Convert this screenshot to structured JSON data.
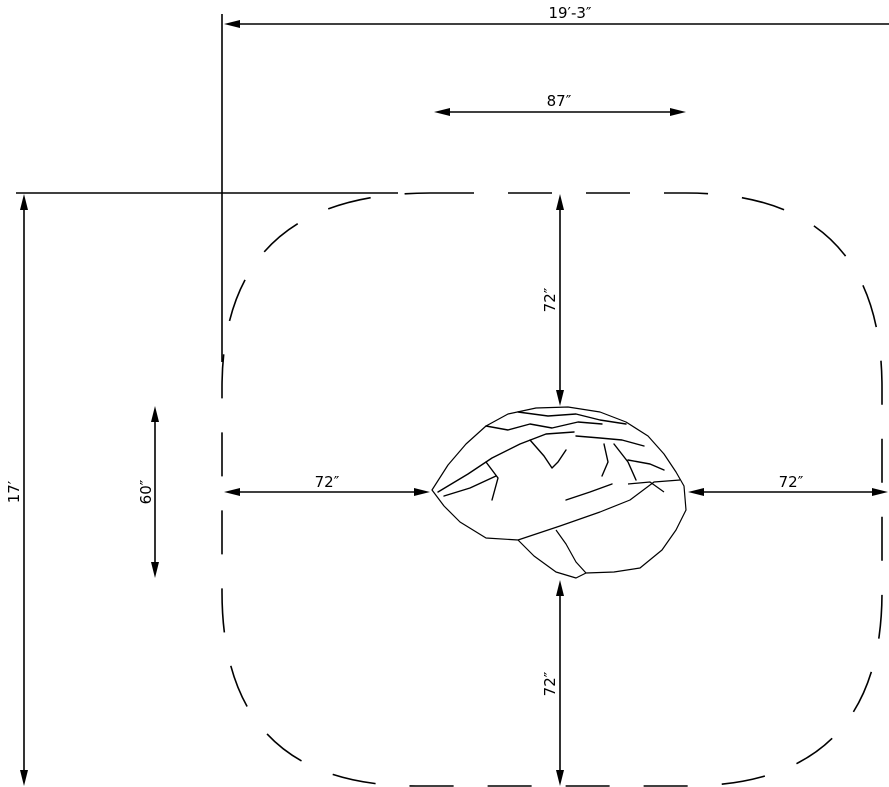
{
  "diagram": {
    "dimensions": {
      "overall_width": "19′-3″",
      "overall_depth": "17′",
      "object_length": "87″",
      "object_width": "60″",
      "clearance_top": "72″",
      "clearance_left": "72″",
      "clearance_right": "72″",
      "clearance_bottom": "72″"
    },
    "icons": {
      "object": "boulder-icon"
    }
  }
}
